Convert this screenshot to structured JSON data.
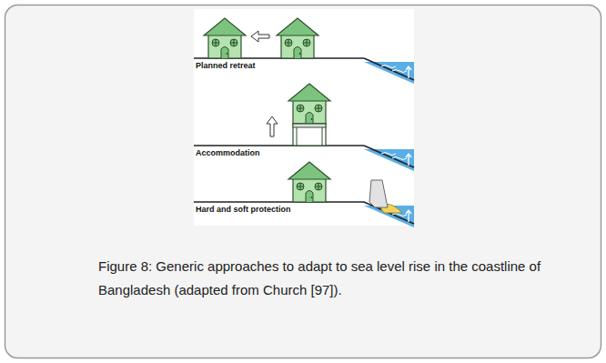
{
  "diagram": {
    "caption": "Figure 8: Generic approaches to adapt to sea level rise in the coastline of Bangladesh (adapted from Church [97]).",
    "labels": [
      "Planned retreat",
      "Accommodation",
      "Hard and soft protection"
    ]
  }
}
